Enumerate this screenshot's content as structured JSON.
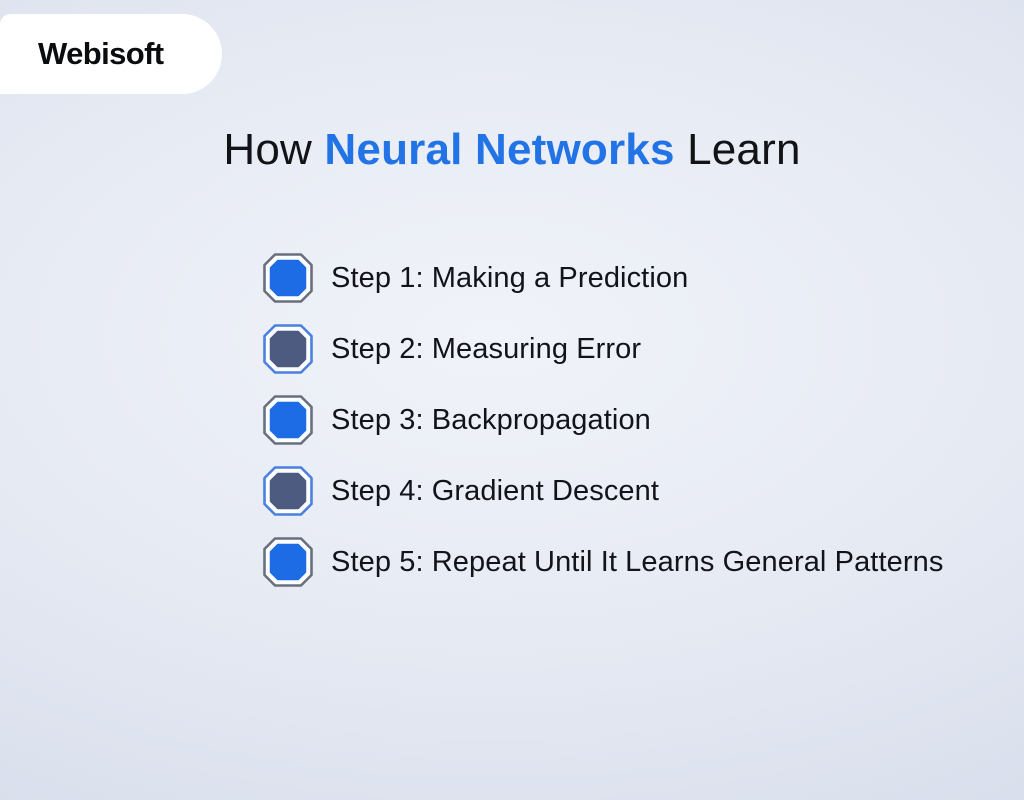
{
  "brand": {
    "logo_text": "Webisoft"
  },
  "title": {
    "prefix": "How ",
    "highlight": "Neural Networks",
    "suffix": " Learn",
    "highlight_color": "#2273e6",
    "text_color": "#121316"
  },
  "steps": [
    {
      "label": "Step 1: Making a Prediction",
      "icon": "blue-square-icon",
      "variant": "blue"
    },
    {
      "label": "Step 2: Measuring Error",
      "icon": "slate-square-icon",
      "variant": "slate"
    },
    {
      "label": "Step 3: Backpropagation",
      "icon": "blue-square-icon",
      "variant": "blue"
    },
    {
      "label": "Step 4: Gradient Descent",
      "icon": "slate-square-icon",
      "variant": "slate"
    },
    {
      "label": "Step 5: Repeat Until It Learns General Patterns",
      "icon": "blue-square-icon",
      "variant": "blue"
    }
  ],
  "colors": {
    "background_edge": "#ccd4e6",
    "background_center": "#f0f3f9",
    "badge_background": "#ffffff",
    "icon_blue": "#1d6ce6",
    "icon_slate": "#4d5b80",
    "icon_outline_gray": "#68707f",
    "icon_outline_blue": "#4a80e0",
    "accent_blue": "#2273e6"
  }
}
